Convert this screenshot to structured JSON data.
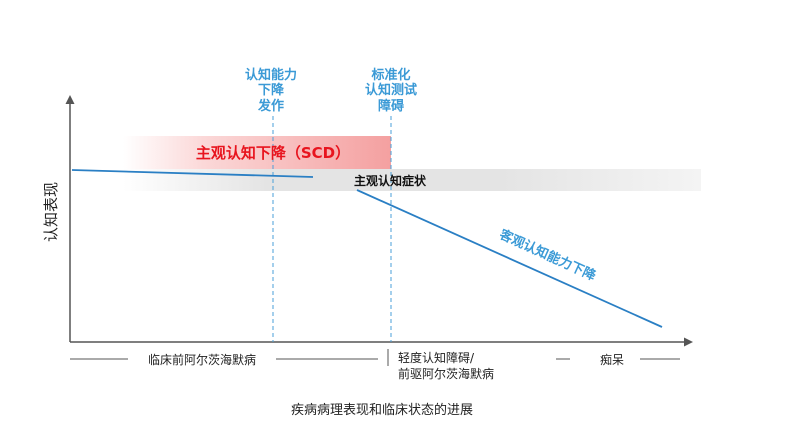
{
  "y_axis_label": "认知表现",
  "markers": {
    "onset": [
      "认知能力",
      "下降",
      "发作"
    ],
    "standard_test": [
      "标准化",
      "认知测试",
      "障碍"
    ]
  },
  "bands": {
    "scd": "主观认知下降（SCD）",
    "subjective_symptom": "主观认知症状"
  },
  "objective_decline": "客观认知能力下降",
  "stages": {
    "preclinical": "临床前阿尔茨海默病",
    "mci_line1": "轻度认知障碍/",
    "mci_line2": "前驱阿尔茨海默病",
    "dementia": "痴呆"
  },
  "caption": "疾病病理表现和临床状态的进展",
  "colors": {
    "scd_band": "#f4a0a0",
    "scd_text": "#e8141e",
    "symptom_band": "#e4e4e4",
    "curve": "#2a7fc4",
    "marker_line": "#4a9fd8",
    "axis": "#555555"
  },
  "icons": {
    "y_axis_arrow": "triangle-up",
    "x_axis_arrow": "triangle-right"
  }
}
